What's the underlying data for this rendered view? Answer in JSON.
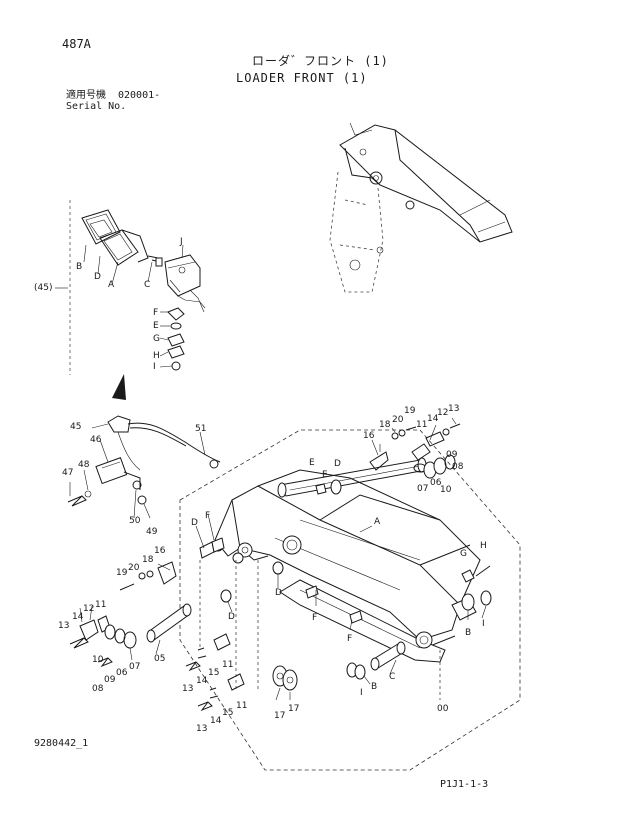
{
  "header": {
    "page_id": "487A",
    "title_jp": "ローダ゛フロント (1)",
    "title_en": "LOADER FRONT (1)",
    "serial_label_jp": "適用号機",
    "serial_value": "020001-",
    "serial_label_en": "Serial No."
  },
  "footer": {
    "drawing_no": "9280442_1",
    "page_code": "P1J1-1-3"
  },
  "callouts": {
    "B_lamp": "B",
    "D_lamp": "D",
    "A_lamp": "A",
    "C_lamp": "C",
    "J_lamp": "J",
    "ref45": "(45)",
    "F_kit": "F",
    "E_kit": "E",
    "G_kit": "G",
    "H_kit": "H",
    "I_kit": "I",
    "n45": "45",
    "n46": "46",
    "n47": "47",
    "n48": "48",
    "n49": "49",
    "n50": "50",
    "n51": "51",
    "tr16": "16",
    "tr18": "18",
    "tr20": "20",
    "tr19": "19",
    "tr11": "11",
    "tr12": "12",
    "tr14": "14",
    "tr13": "13",
    "tr09": "09",
    "tr08": "08",
    "tr06": "06",
    "tr07": "07",
    "tr10": "10",
    "tr_D": "D",
    "tr_E_top": "E",
    "tr_E_bot": "E",
    "main_A": "A",
    "main_D1": "D",
    "main_F1": "F",
    "main_D2": "D",
    "main_F2": "F",
    "main_F3": "F",
    "main_D3": "D",
    "right_G": "G",
    "right_H": "H",
    "right_B": "B",
    "right_I": "I",
    "l16": "16",
    "l18": "18",
    "l19": "19",
    "l20": "20",
    "l13": "13",
    "l14": "14",
    "l12": "12",
    "l11": "11",
    "l10": "10",
    "l09": "09",
    "l06": "06",
    "l07": "07",
    "l08": "08",
    "l05": "05",
    "b13a": "13",
    "b14a": "14",
    "b15a": "15",
    "b11a": "11",
    "b13b": "13",
    "b14b": "14",
    "b15b": "15",
    "b11b": "11",
    "b17a": "17",
    "b17b": "17",
    "b_I": "I",
    "b_B": "B",
    "b_C": "C",
    "b00": "00"
  }
}
